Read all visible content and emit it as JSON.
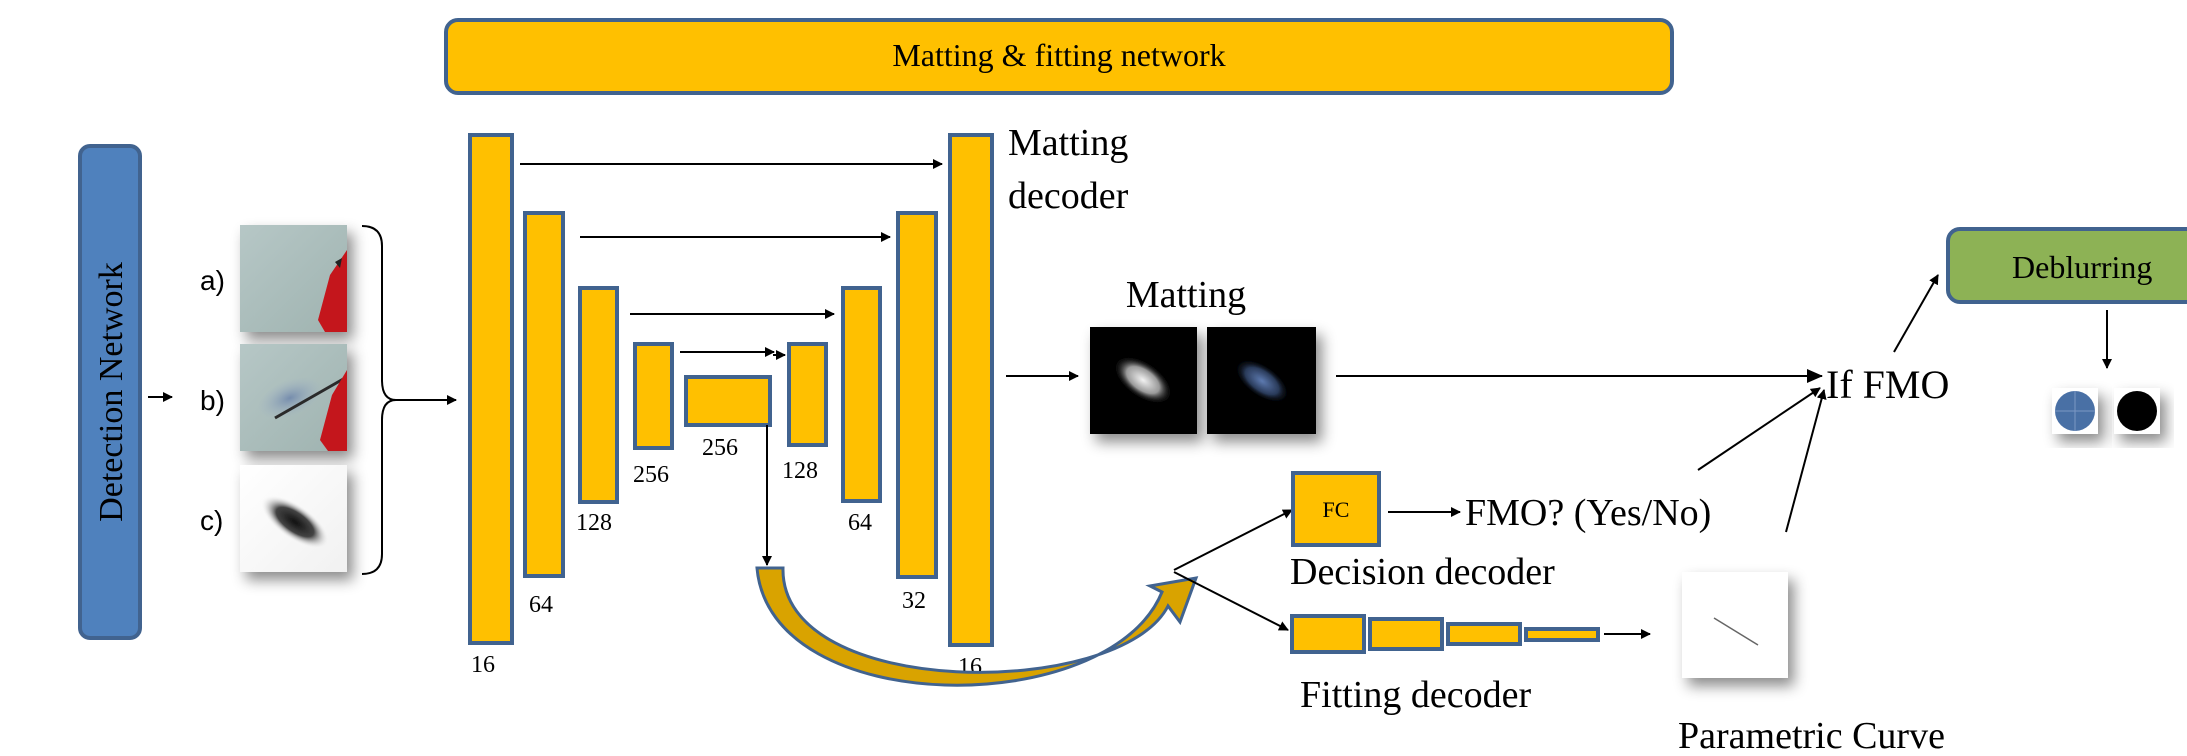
{
  "title": "Matting & fitting network",
  "detection_label": "Detection Network",
  "input_labels": [
    "a)",
    "b)",
    "c)"
  ],
  "encoder_channels": [
    "16",
    "64",
    "128",
    "256",
    "256"
  ],
  "decoder_channels": [
    "128",
    "64",
    "32",
    "16"
  ],
  "matting_decoder_label_line1": "Matting",
  "matting_decoder_label_line2": "decoder",
  "matting_label": "Matting",
  "fc_label": "FC",
  "fmo_question": "FMO? (Yes/No)",
  "decision_decoder_label": "Decision decoder",
  "fitting_decoder_label": "Fitting decoder",
  "parametric_curve_label": "Parametric Curve",
  "if_fmo_label": "If FMO",
  "deblurring_label": "Deblurring",
  "colors": {
    "block_fill": "#FFC000",
    "block_stroke": "#41638F",
    "detection_fill": "#4F81BD",
    "deblurring_fill": "#8DB255",
    "arrow_fill": "#D9A300"
  }
}
